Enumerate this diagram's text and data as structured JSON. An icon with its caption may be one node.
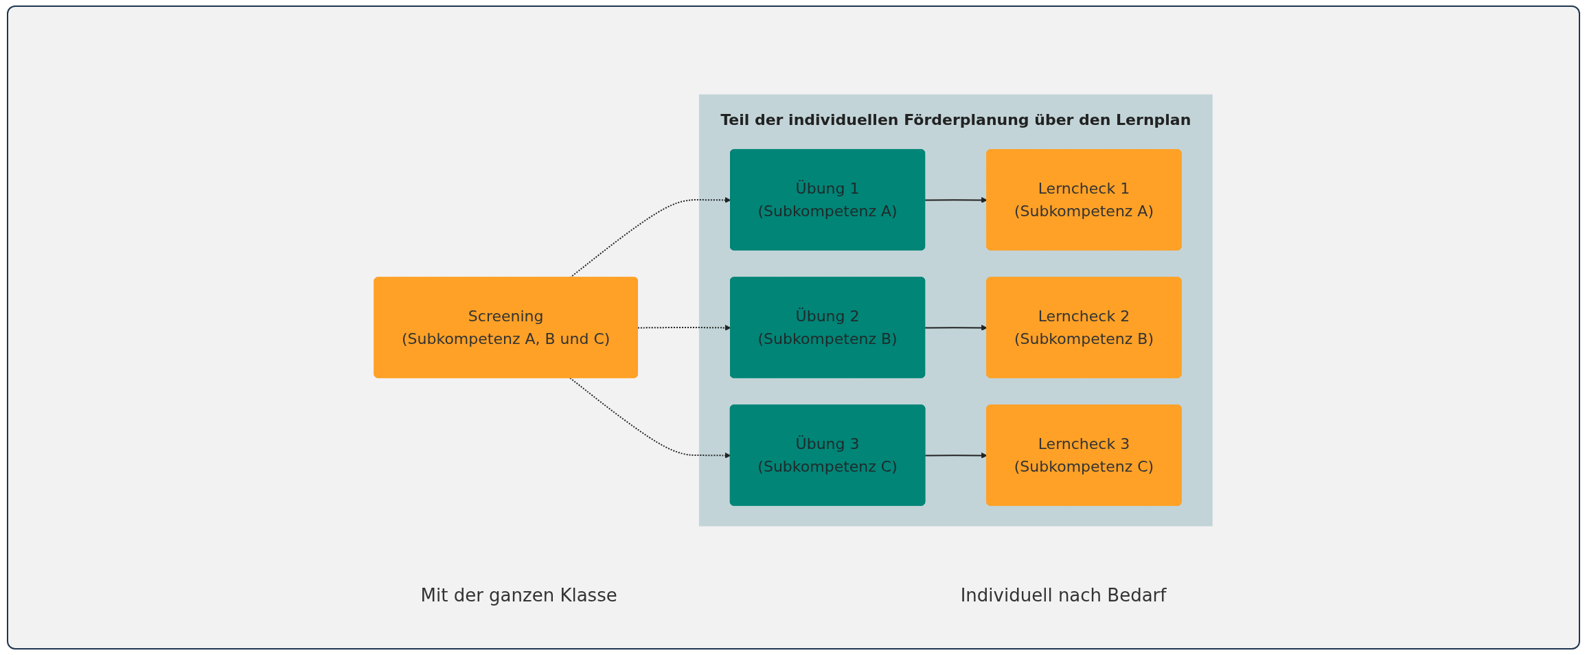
{
  "diagram": {
    "nodes": [
      {
        "text": [
          "Screening",
          "(Subkompetenz A, B und C)"
        ]
      },
      {
        "text": [
          "Teil der individuellen Förderplanung über den Lernplan"
        ]
      },
      {
        "text": [
          "Übung 1",
          "(Subkompetenz A)"
        ],
        "in": 1
      },
      {
        "text": [
          "Lerncheck 1",
          "(Subkompetenz A)"
        ],
        "in": 1
      },
      {
        "text": [
          "Übung 2",
          "(Subkompetenz B)"
        ],
        "in": 1
      },
      {
        "text": [
          "Lerncheck 2",
          "(Subkompetenz B)"
        ],
        "in": 1
      },
      {
        "text": [
          "Übung 3",
          "(Subkompetenz C)"
        ],
        "in": 1
      },
      {
        "text": [
          "Lerncheck 3",
          "(Subkompetenz C)"
        ],
        "in": 1
      }
    ],
    "edges": [
      {
        "from": 0,
        "to": 2,
        "arrow": "to",
        "style": "dashed"
      },
      {
        "from": 0,
        "to": 4,
        "arrow": "to",
        "style": "dashed"
      },
      {
        "from": 0,
        "to": 6,
        "arrow": "to",
        "style": "dashed"
      },
      {
        "from": 2,
        "to": 3,
        "arrow": "to"
      },
      {
        "from": 4,
        "to": 5,
        "arrow": "to"
      },
      {
        "from": 6,
        "to": 7,
        "arrow": "to"
      }
    ],
    "labels": [
      "Mit der ganzen Klasse",
      "Individuell nach Bedarf"
    ]
  }
}
